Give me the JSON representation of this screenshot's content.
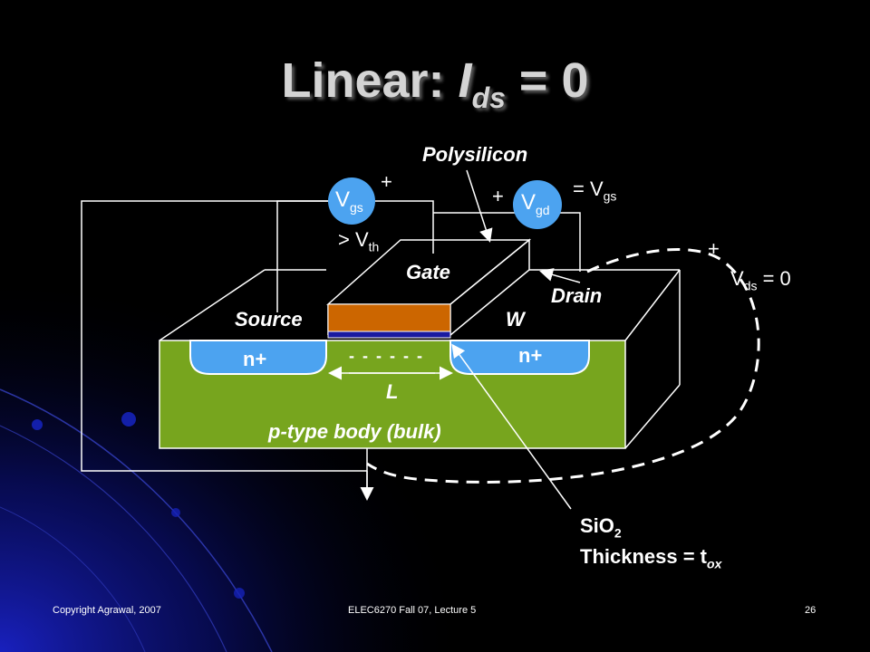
{
  "slide": {
    "title_prefix": "Linear: ",
    "title_var": "I",
    "title_sub": "ds",
    "title_suffix": " = 0"
  },
  "diagram": {
    "polysilicon": "Polysilicon",
    "gate": "Gate",
    "source": "Source",
    "drain": "Drain",
    "w": "W",
    "l": "L",
    "n_plus_left": "n+",
    "n_plus_right": "n+",
    "body": "p-type body (bulk)",
    "channel_charge": "- - - - - -",
    "vgs_symbol": "V",
    "vgs_sub": "gs",
    "vgd_symbol": "V",
    "vgd_sub": "gd",
    "plus": "+",
    "vth_prefix": "> V",
    "vth_sub": "th",
    "eq_vgs_prefix": "= V",
    "eq_vgs_sub": "gs",
    "vds_prefix": "V",
    "vds_sub": "ds",
    "vds_suffix": " = 0",
    "sio2_prefix": "SiO",
    "sio2_sub": "2",
    "thickness_prefix": "Thickness = t",
    "thickness_sub": "ox"
  },
  "footer": {
    "left": "Copyright Agrawal, 2007",
    "center": "ELEC6270 Fall 07, Lecture 5",
    "page": "26"
  },
  "colors": {
    "background": "#000000",
    "bulk": "#77a51e",
    "n_plus": "#4ca3f0",
    "poly": "#cc6600",
    "oxide": "#1a1aa0",
    "source_circle": "#4ca3f0"
  }
}
